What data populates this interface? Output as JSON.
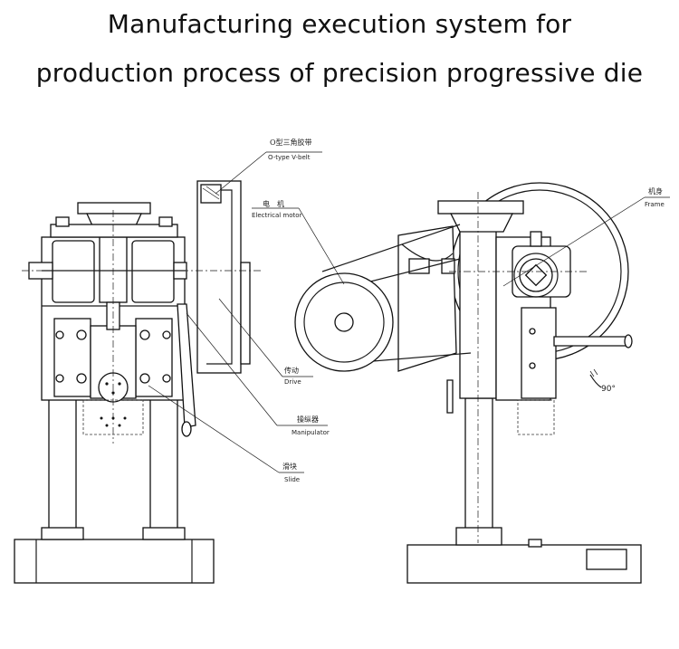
{
  "title": {
    "line1": "Manufacturing execution system for",
    "line2": "production process of precision progressive die"
  },
  "labels": {
    "vbelt": {
      "cn": "O型三角胶带",
      "en": "O-type V-belt"
    },
    "motor": {
      "cn": "电　机",
      "en": "Electrical motor"
    },
    "drive": {
      "cn": "传动",
      "en": "Drive"
    },
    "manipulator": {
      "cn": "操纵器",
      "en": "Manipulator"
    },
    "slide": {
      "cn": "滑块",
      "en": "Slide"
    },
    "frame": {
      "cn": "机身",
      "en": "Frame"
    },
    "angle": "90°"
  }
}
